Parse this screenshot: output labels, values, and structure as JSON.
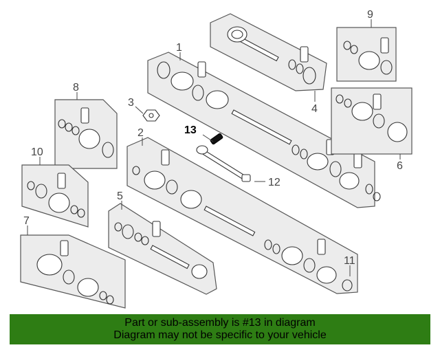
{
  "callouts": {
    "c1": "1",
    "c2": "2",
    "c3": "3",
    "c4": "4",
    "c5": "5",
    "c6": "6",
    "c7": "7",
    "c8": "8",
    "c9": "9",
    "c10": "10",
    "c11": "11",
    "c12": "12",
    "c13": "13"
  },
  "highlighted_part": "13",
  "colors": {
    "banner": "#2e7d14",
    "highlight": "#000000",
    "panel": "#ececec"
  },
  "banner": {
    "line1": "Part or sub-assembly is #13 in diagram",
    "line2": "Diagram may not be specific to your vehicle"
  }
}
